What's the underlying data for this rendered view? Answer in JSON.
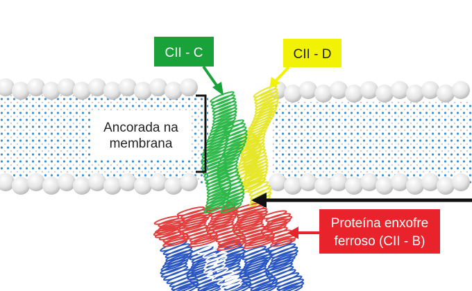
{
  "labels": {
    "cii_c": "CII - C",
    "cii_d": "CII - D",
    "anchor_line1": "Ancorada na",
    "anchor_line2": "membrana",
    "iron_sulfur_line1": "Proteína enxofre",
    "iron_sulfur_line2": "ferroso (CII - B)"
  },
  "colors": {
    "cii_c_box": "#1aa23a",
    "cii_c_text": "#ffffff",
    "cii_d_box": "#f2f207",
    "cii_d_text": "#222222",
    "cii_b_box": "#e8232c",
    "cii_b_text": "#ffffff",
    "cii_b_arrow": "#e8232c",
    "pointer_arrow": "#111111",
    "green_helix": "#2eb84a",
    "yellow_helix": "#e6e62a",
    "red_helix": "#e2403f",
    "blue_helix": "#2b57c2",
    "lipid_head": "#e8e8e8",
    "lipid_tail": "#3c8fd1"
  },
  "icons": {
    "membrane": "lipid-bilayer-icon",
    "protein": "protein-helix-icon"
  }
}
